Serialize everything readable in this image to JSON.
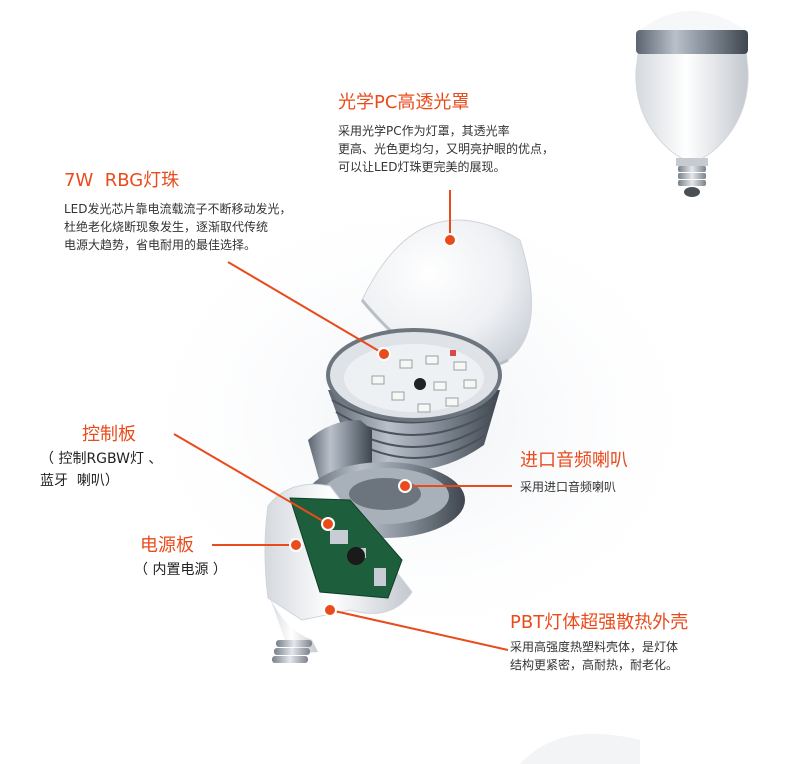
{
  "accent_color": "#ea4b1c",
  "callouts": {
    "pc_cover": {
      "title": "光学PC高透光罩",
      "lines": [
        "采用光学PC作为灯罩，其透光率",
        "更高、光色更均匀，又明亮护眼的优点，",
        "可以让LED灯珠更完美的展现。"
      ]
    },
    "led_beads": {
      "title": "7W  RBG灯珠",
      "lines": [
        "LED发光芯片靠电流载流子不断移动发光，",
        "杜绝老化烧断现象发生，逐渐取代传统",
        "电源大趋势，省电耐用的最佳选择。"
      ]
    },
    "control_board": {
      "title": "控制板",
      "lines": [
        "（ 控制RGBW灯 、",
        "蓝牙  喇叭）"
      ]
    },
    "speaker": {
      "title": "进口音频喇叭",
      "lines": [
        "采用进口音频喇叭"
      ]
    },
    "power_board": {
      "title": "电源板",
      "lines": [
        "（ 内置电源 ）"
      ]
    },
    "pbt_shell": {
      "title": "PBT灯体超强散热外壳",
      "lines": [
        "采用高强度热塑料壳体，是灯体",
        "结构更紧密，高耐热，耐老化。"
      ]
    }
  }
}
